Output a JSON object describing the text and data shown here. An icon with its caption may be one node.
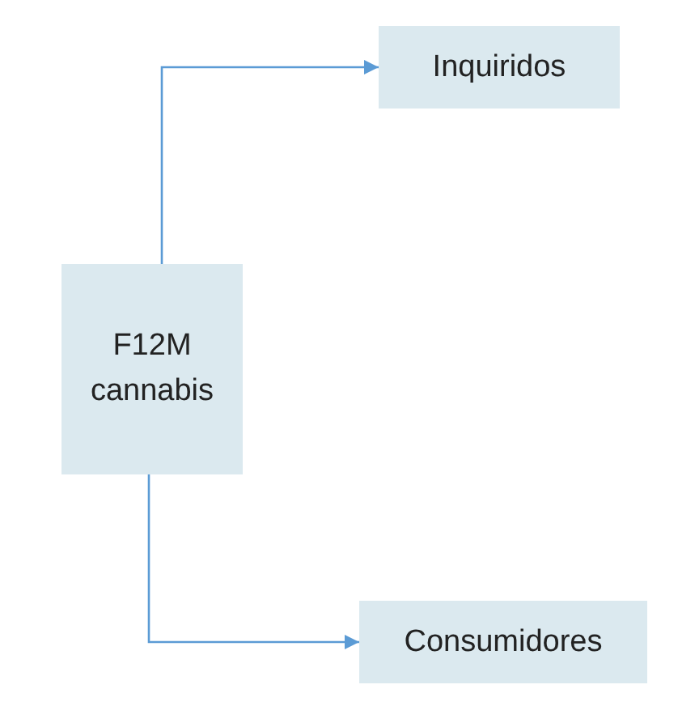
{
  "diagram": {
    "nodes": [
      {
        "text": [
          "F12M cannabis"
        ]
      },
      {
        "text": [
          "Inquiridos"
        ]
      },
      {
        "text": [
          "Consumidores"
        ]
      }
    ],
    "edges": [
      {
        "from": 0,
        "to": 1,
        "arrow": "to"
      },
      {
        "from": 0,
        "to": 2,
        "arrow": "to"
      }
    ]
  }
}
